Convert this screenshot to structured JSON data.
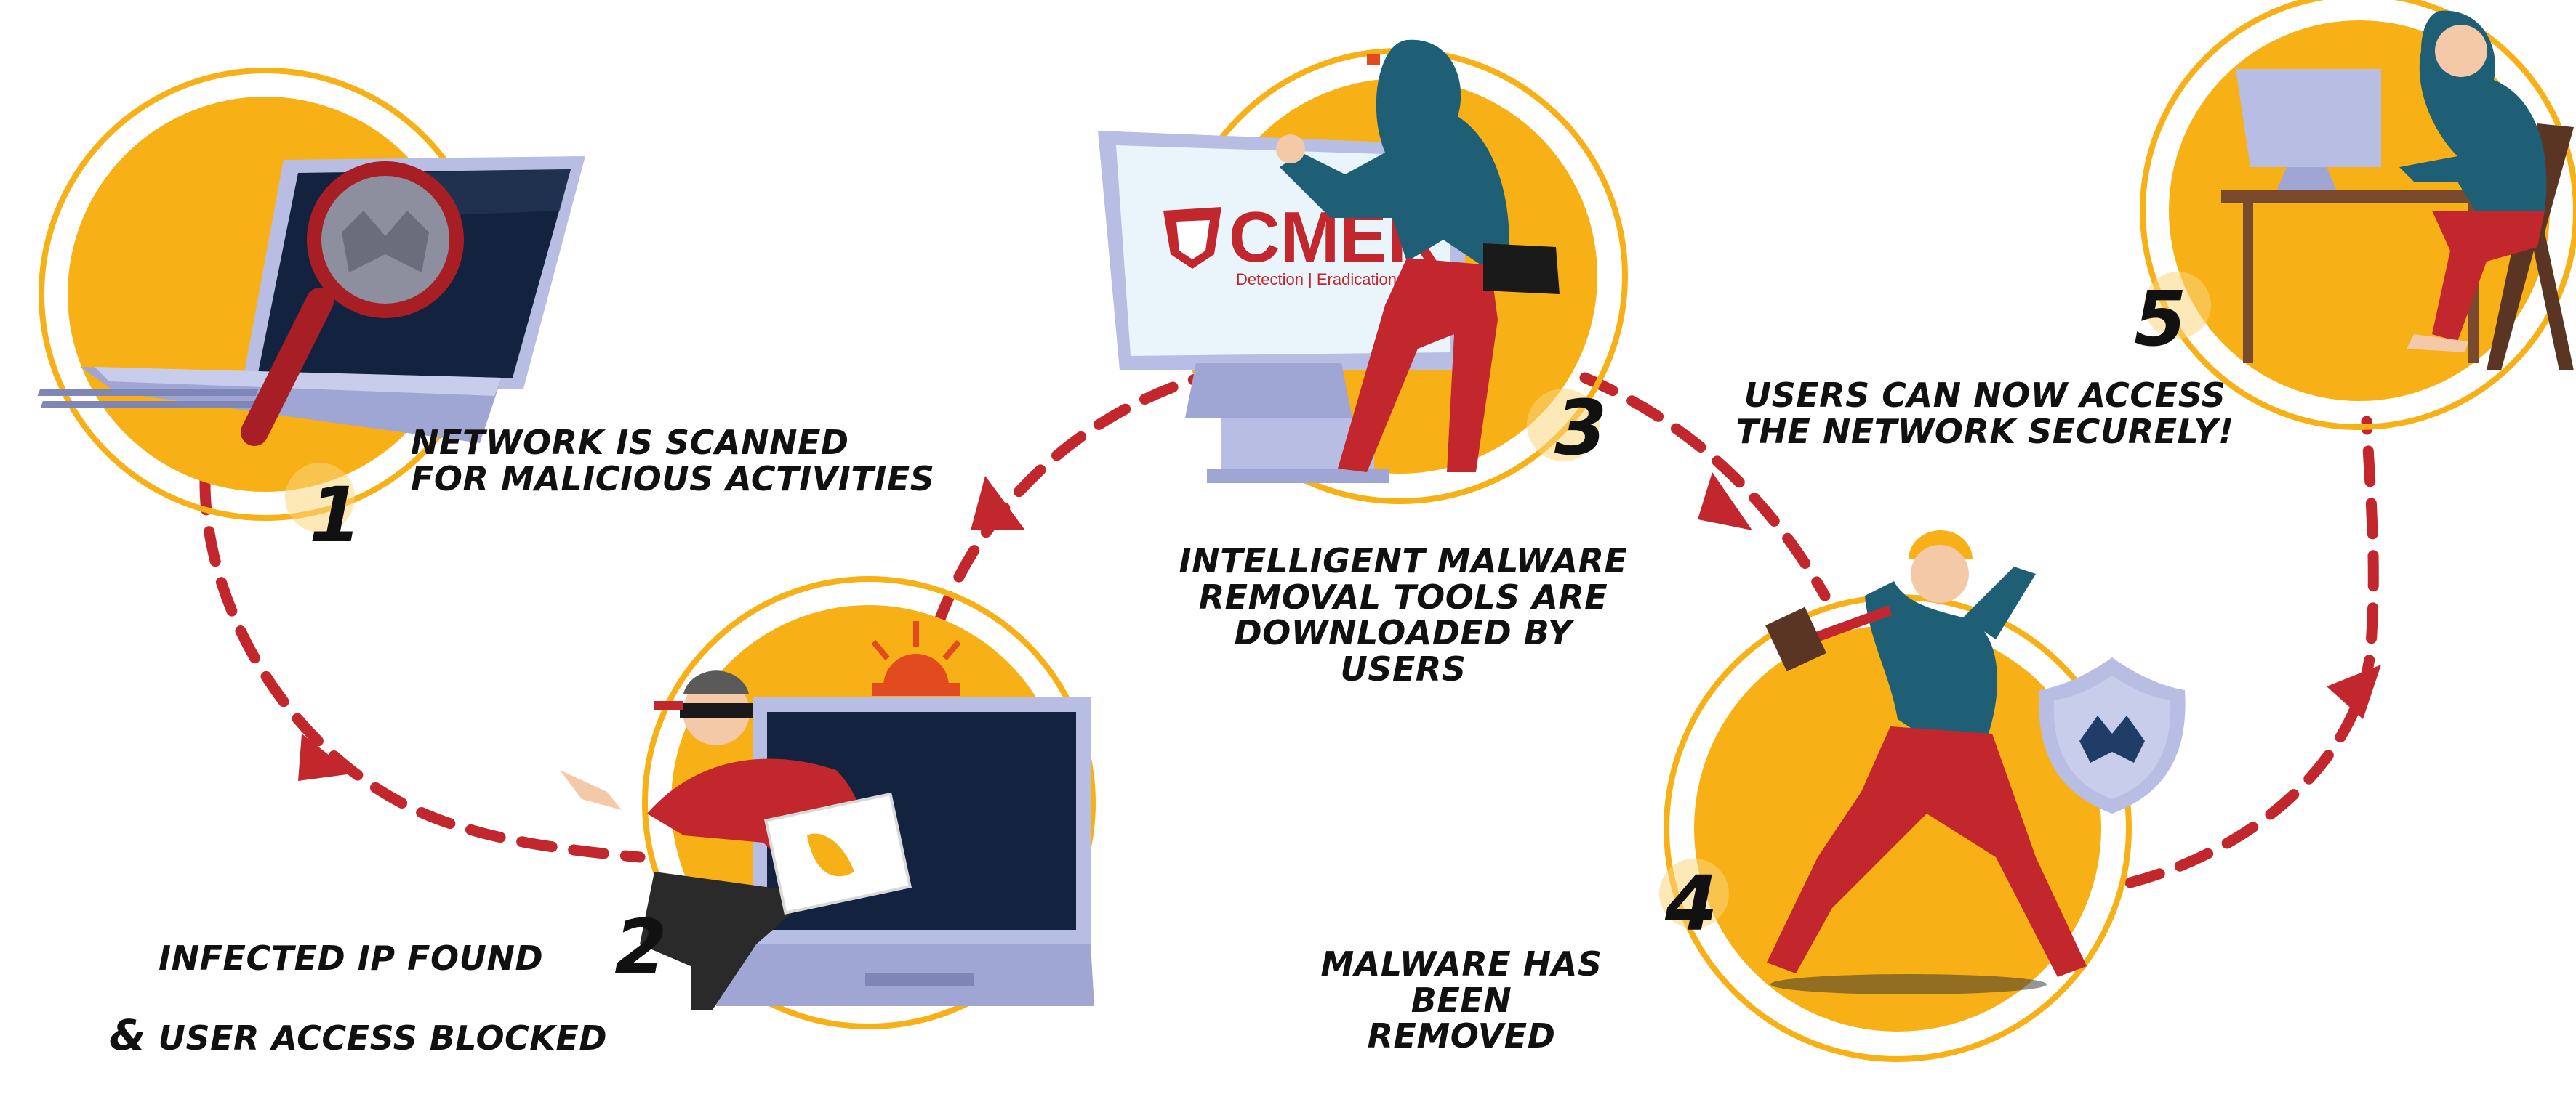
{
  "colors": {
    "accent_orange": "#F7B016",
    "ring_orange": "#F7B016",
    "arrow_red": "#C1272D",
    "hood_teal": "#1F5F76",
    "pants_red": "#C1272D",
    "monitor_frame": "#B7BDE3",
    "screen_dark": "#13233F",
    "brand_red": "#C1272D"
  },
  "brand": {
    "name_visible": "CMER",
    "tagline_visible": "Detection | Eradication | Remo"
  },
  "steps": [
    {
      "number": "1",
      "label": "NETWORK IS SCANNED\nFOR MALICIOUS ACTIVITIES",
      "icon": "magnifier-laptop-icon"
    },
    {
      "number": "2",
      "label_line1": "INFECTED IP FOUND",
      "label_amp": "&",
      "label_line2": "USER ACCESS BLOCKED",
      "icon": "thief-laptop-icon"
    },
    {
      "number": "3",
      "label": "INTELLIGENT MALWARE\nREMOVAL TOOLS ARE\nDOWNLOADED BY USERS",
      "icon": "hacker-monitor-icon"
    },
    {
      "number": "4",
      "label": "MALWARE HAS BEEN\nREMOVED",
      "icon": "hammer-shield-icon"
    },
    {
      "number": "5",
      "label": "USERS CAN NOW ACCESS\nTHE NETWORK SECURELY!",
      "icon": "user-desk-icon"
    }
  ]
}
